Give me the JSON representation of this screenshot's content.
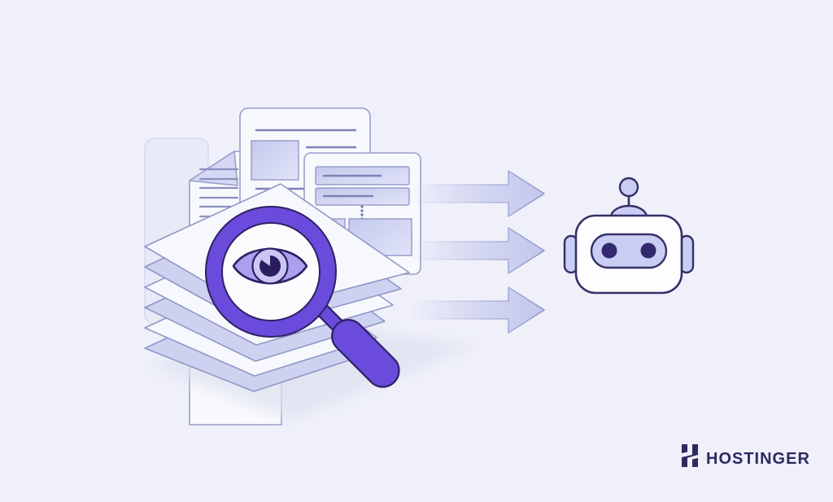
{
  "scene": "Illustration of documents scanned by a magnifying eye, flowing through arrows into an AI chatbot",
  "brand": {
    "wordmark": "HOSTINGER"
  },
  "illustration": {
    "flow_arrows": {
      "count": 3,
      "direction": "right"
    },
    "document_stack": {
      "sheet_count": 6
    },
    "lined_document": {
      "text_line_count": 9,
      "folded_corner": "top-left"
    },
    "article_document": {
      "has_image_block": true,
      "text_line_count": 4
    },
    "form_document": {
      "field_rows": 2,
      "content_boxes": 2,
      "ellipsis_dots": 4
    },
    "magnifier": {
      "lens_content": "eye"
    },
    "robot": {
      "eye_count": 2,
      "has_antenna": true
    },
    "colors": {
      "background": "#eff0fa",
      "outline_ink": "#2d2166",
      "robot_ink": "#343168",
      "accent_purple": "#6a4bdb",
      "lavender": "#c9cdf3",
      "lavender_mid": "#aba0ee",
      "iris": "#cbc7f3",
      "pupil": "#2b1c5f",
      "doc_fill": "#f8f9fd",
      "doc_stroke": "#999ecb",
      "text_line": "#8b90c0",
      "field_line": "#7d82b5",
      "sheet_lavender": "#ced2f1",
      "sheet_white": "#f7f8fd",
      "sheet_stroke": "#9097c5",
      "arrow_fill": "#c2c7ec",
      "arrow_stroke": "#9298ca",
      "shadow": "#dfe1f0",
      "logo": "#2f2962"
    }
  }
}
